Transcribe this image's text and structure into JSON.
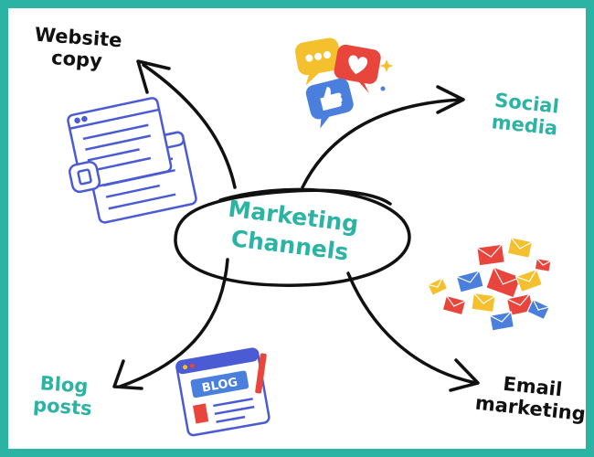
{
  "center": {
    "line1": "Marketing",
    "line2": "Channels"
  },
  "branches": {
    "website": {
      "line1": "Website",
      "line2": "copy"
    },
    "social": {
      "line1": "Social",
      "line2": "media"
    },
    "blog": {
      "line1": "Blog",
      "line2": "posts"
    },
    "email": {
      "line1": "Email",
      "line2": "marketing"
    }
  },
  "illustrations": {
    "website": "webpage-icon",
    "social": "social-bubbles-icon",
    "blog": "blog-icon",
    "email": "envelopes-icon",
    "blog_sign": "BLOG"
  },
  "colors": {
    "border": "#2bb3a3",
    "teal_text": "#2bb3a3",
    "dark_text": "#111111",
    "icon_blue": "#4a5bd4",
    "icon_red": "#e8453c",
    "icon_yellow": "#f5c02e"
  }
}
